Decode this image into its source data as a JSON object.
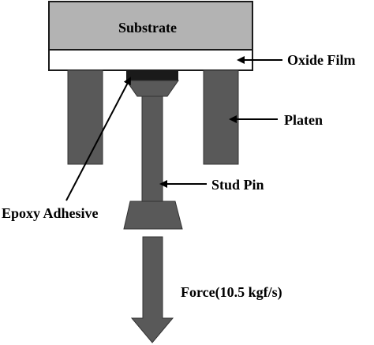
{
  "labels": {
    "substrate": "Substrate",
    "oxide_film": "Oxide Film",
    "platen": "Platen",
    "stud_pin": "Stud Pin",
    "epoxy_adhesive": "Epoxy Adhesive",
    "force": "Force(10.5 kgf/s)"
  },
  "colors": {
    "substrate_fill": "#b3b3b3",
    "part_fill": "#595959",
    "epoxy_fill": "#1a1a1a",
    "oxide_fill": "#ffffff",
    "outline": "#1a1a1a"
  }
}
